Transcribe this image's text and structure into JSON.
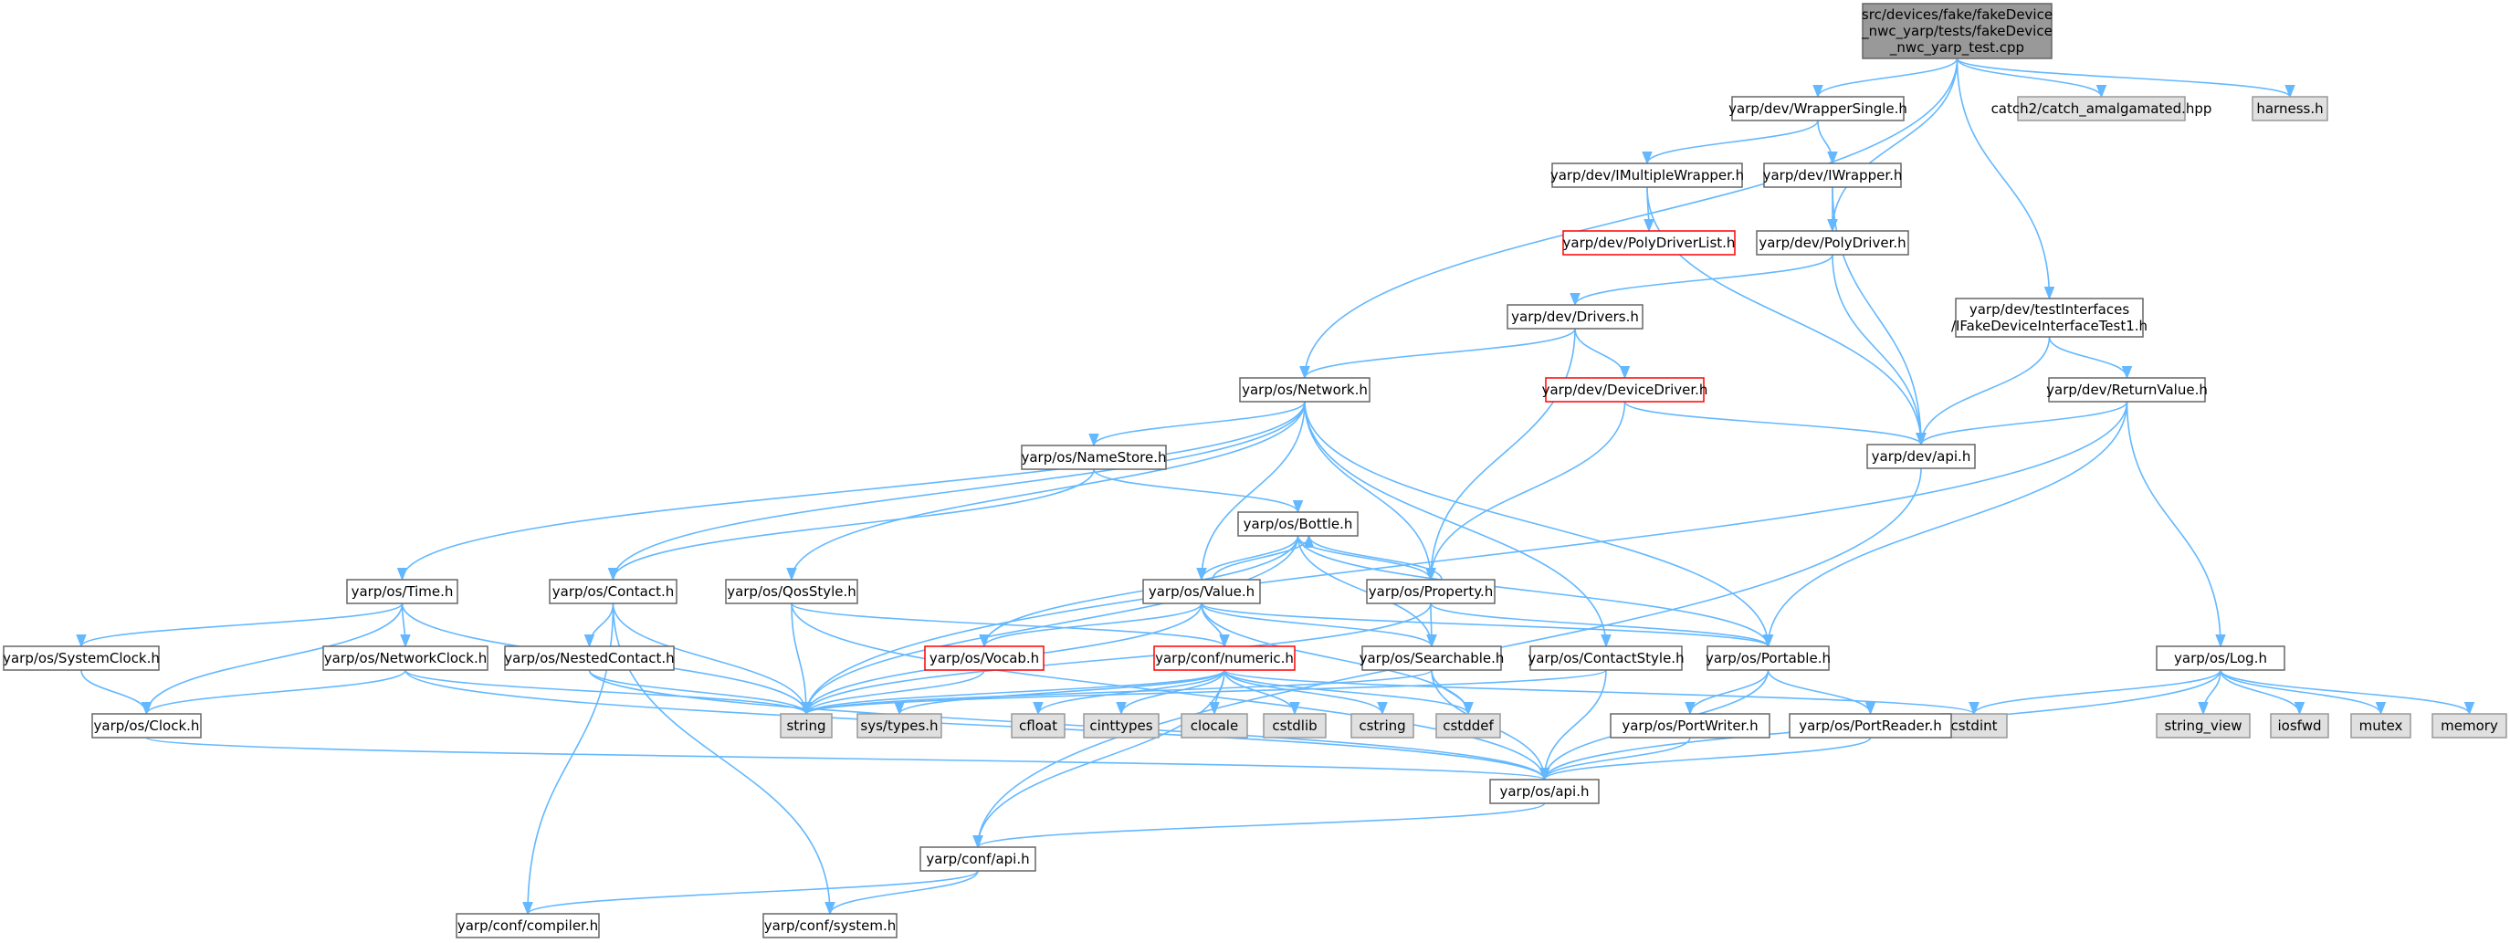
{
  "colors": {
    "edge": "#63b8ff",
    "root_fill": "#999999",
    "root_border": "#666666",
    "node_border": "#666666",
    "node_fill": "#ffffff",
    "external_fill": "#e0e0e0",
    "external_border": "#999999",
    "missing_border": "#ff0000"
  },
  "nodes": [
    {
      "id": "root",
      "lines": [
        "src/devices/fake/fakeDevice",
        "_nwc_yarp/tests/fakeDevice",
        "_nwc_yarp_test.cpp"
      ],
      "kind": "root"
    },
    {
      "id": "wrapper_single",
      "lines": [
        "yarp/dev/WrapperSingle.h"
      ],
      "kind": "normal"
    },
    {
      "id": "catch2",
      "lines": [
        "catch2/catch_amalgamated.hpp"
      ],
      "kind": "external"
    },
    {
      "id": "harness",
      "lines": [
        "harness.h"
      ],
      "kind": "external"
    },
    {
      "id": "imultiple_wrapper",
      "lines": [
        "yarp/dev/IMultipleWrapper.h"
      ],
      "kind": "normal"
    },
    {
      "id": "iwrapper",
      "lines": [
        "yarp/dev/IWrapper.h"
      ],
      "kind": "normal"
    },
    {
      "id": "polydriverlist",
      "lines": [
        "yarp/dev/PolyDriverList.h"
      ],
      "kind": "missing"
    },
    {
      "id": "polydriver",
      "lines": [
        "yarp/dev/PolyDriver.h"
      ],
      "kind": "normal"
    },
    {
      "id": "ifake",
      "lines": [
        "yarp/dev/testInterfaces",
        "/IFakeDeviceInterfaceTest1.h"
      ],
      "kind": "normal"
    },
    {
      "id": "drivers",
      "lines": [
        "yarp/dev/Drivers.h"
      ],
      "kind": "normal"
    },
    {
      "id": "network",
      "lines": [
        "yarp/os/Network.h"
      ],
      "kind": "normal"
    },
    {
      "id": "devicedriver",
      "lines": [
        "yarp/dev/DeviceDriver.h"
      ],
      "kind": "missing"
    },
    {
      "id": "returnvalue",
      "lines": [
        "yarp/dev/ReturnValue.h"
      ],
      "kind": "normal"
    },
    {
      "id": "devapi",
      "lines": [
        "yarp/dev/api.h"
      ],
      "kind": "normal"
    },
    {
      "id": "namestore",
      "lines": [
        "yarp/os/NameStore.h"
      ],
      "kind": "normal"
    },
    {
      "id": "bottle",
      "lines": [
        "yarp/os/Bottle.h"
      ],
      "kind": "normal"
    },
    {
      "id": "time",
      "lines": [
        "yarp/os/Time.h"
      ],
      "kind": "normal"
    },
    {
      "id": "contact",
      "lines": [
        "yarp/os/Contact.h"
      ],
      "kind": "normal"
    },
    {
      "id": "qosstyle",
      "lines": [
        "yarp/os/QosStyle.h"
      ],
      "kind": "normal"
    },
    {
      "id": "value",
      "lines": [
        "yarp/os/Value.h"
      ],
      "kind": "normal"
    },
    {
      "id": "property",
      "lines": [
        "yarp/os/Property.h"
      ],
      "kind": "normal"
    },
    {
      "id": "systemclock",
      "lines": [
        "yarp/os/SystemClock.h"
      ],
      "kind": "normal"
    },
    {
      "id": "networkclock",
      "lines": [
        "yarp/os/NetworkClock.h"
      ],
      "kind": "normal"
    },
    {
      "id": "nestedcontact",
      "lines": [
        "yarp/os/NestedContact.h"
      ],
      "kind": "normal"
    },
    {
      "id": "vocab",
      "lines": [
        "yarp/os/Vocab.h"
      ],
      "kind": "missing"
    },
    {
      "id": "numeric",
      "lines": [
        "yarp/conf/numeric.h"
      ],
      "kind": "missing"
    },
    {
      "id": "searchable",
      "lines": [
        "yarp/os/Searchable.h"
      ],
      "kind": "normal"
    },
    {
      "id": "contactstyle",
      "lines": [
        "yarp/os/ContactStyle.h"
      ],
      "kind": "normal"
    },
    {
      "id": "portable",
      "lines": [
        "yarp/os/Portable.h"
      ],
      "kind": "normal"
    },
    {
      "id": "log",
      "lines": [
        "yarp/os/Log.h"
      ],
      "kind": "normal"
    },
    {
      "id": "clock",
      "lines": [
        "yarp/os/Clock.h"
      ],
      "kind": "normal"
    },
    {
      "id": "string",
      "lines": [
        "string"
      ],
      "kind": "external"
    },
    {
      "id": "systypes",
      "lines": [
        "sys/types.h"
      ],
      "kind": "external"
    },
    {
      "id": "cfloat",
      "lines": [
        "cfloat"
      ],
      "kind": "external"
    },
    {
      "id": "cinttypes",
      "lines": [
        "cinttypes"
      ],
      "kind": "external"
    },
    {
      "id": "clocale",
      "lines": [
        "clocale"
      ],
      "kind": "external"
    },
    {
      "id": "cstdlib",
      "lines": [
        "cstdlib"
      ],
      "kind": "external"
    },
    {
      "id": "cstring",
      "lines": [
        "cstring"
      ],
      "kind": "external"
    },
    {
      "id": "cstddef",
      "lines": [
        "cstddef"
      ],
      "kind": "external"
    },
    {
      "id": "cstdint",
      "lines": [
        "cstdint"
      ],
      "kind": "external"
    },
    {
      "id": "portwriter",
      "lines": [
        "yarp/os/PortWriter.h"
      ],
      "kind": "normal"
    },
    {
      "id": "portreader",
      "lines": [
        "yarp/os/PortReader.h"
      ],
      "kind": "normal"
    },
    {
      "id": "string_view",
      "lines": [
        "string_view"
      ],
      "kind": "external"
    },
    {
      "id": "iosfwd",
      "lines": [
        "iosfwd"
      ],
      "kind": "external"
    },
    {
      "id": "mutex",
      "lines": [
        "mutex"
      ],
      "kind": "external"
    },
    {
      "id": "memory",
      "lines": [
        "memory"
      ],
      "kind": "external"
    },
    {
      "id": "osapi",
      "lines": [
        "yarp/os/api.h"
      ],
      "kind": "normal"
    },
    {
      "id": "confapi",
      "lines": [
        "yarp/conf/api.h"
      ],
      "kind": "normal"
    },
    {
      "id": "compiler",
      "lines": [
        "yarp/conf/compiler.h"
      ],
      "kind": "normal"
    },
    {
      "id": "system",
      "lines": [
        "yarp/conf/system.h"
      ],
      "kind": "normal"
    }
  ],
  "edges": [
    [
      "root",
      "wrapper_single"
    ],
    [
      "root",
      "catch2"
    ],
    [
      "root",
      "harness"
    ],
    [
      "root",
      "network"
    ],
    [
      "root",
      "polydriver"
    ],
    [
      "root",
      "ifake"
    ],
    [
      "wrapper_single",
      "imultiple_wrapper"
    ],
    [
      "wrapper_single",
      "iwrapper"
    ],
    [
      "imultiple_wrapper",
      "polydriverlist"
    ],
    [
      "imultiple_wrapper",
      "devapi"
    ],
    [
      "iwrapper",
      "polydriver"
    ],
    [
      "iwrapper",
      "devapi"
    ],
    [
      "polydriver",
      "drivers"
    ],
    [
      "polydriver",
      "devapi"
    ],
    [
      "ifake",
      "returnvalue"
    ],
    [
      "ifake",
      "devapi"
    ],
    [
      "drivers",
      "network"
    ],
    [
      "drivers",
      "devicedriver"
    ],
    [
      "drivers",
      "property"
    ],
    [
      "devicedriver",
      "devapi"
    ],
    [
      "devicedriver",
      "property"
    ],
    [
      "returnvalue",
      "devapi"
    ],
    [
      "returnvalue",
      "log"
    ],
    [
      "returnvalue",
      "portable"
    ],
    [
      "returnvalue",
      "string"
    ],
    [
      "devapi",
      "confapi"
    ],
    [
      "network",
      "namestore"
    ],
    [
      "network",
      "time"
    ],
    [
      "network",
      "contact"
    ],
    [
      "network",
      "qosstyle"
    ],
    [
      "network",
      "value"
    ],
    [
      "network",
      "property"
    ],
    [
      "network",
      "contactstyle"
    ],
    [
      "network",
      "portable"
    ],
    [
      "namestore",
      "contact"
    ],
    [
      "namestore",
      "bottle"
    ],
    [
      "bottle",
      "value"
    ],
    [
      "bottle",
      "property"
    ],
    [
      "bottle",
      "vocab"
    ],
    [
      "bottle",
      "string"
    ],
    [
      "bottle",
      "searchable"
    ],
    [
      "bottle",
      "portable"
    ],
    [
      "value",
      "bottle"
    ],
    [
      "value",
      "vocab"
    ],
    [
      "value",
      "numeric"
    ],
    [
      "value",
      "searchable"
    ],
    [
      "value",
      "portable"
    ],
    [
      "value",
      "string"
    ],
    [
      "value",
      "cstddef"
    ],
    [
      "property",
      "bottle"
    ],
    [
      "property",
      "searchable"
    ],
    [
      "property",
      "portable"
    ],
    [
      "property",
      "string"
    ],
    [
      "time",
      "systemclock"
    ],
    [
      "time",
      "networkclock"
    ],
    [
      "time",
      "clock"
    ],
    [
      "time",
      "string"
    ],
    [
      "contact",
      "nestedcontact"
    ],
    [
      "contact",
      "string"
    ],
    [
      "contact",
      "compiler"
    ],
    [
      "contact",
      "system"
    ],
    [
      "qosstyle",
      "numeric"
    ],
    [
      "qosstyle",
      "string"
    ],
    [
      "qosstyle",
      "osapi"
    ],
    [
      "systemclock",
      "clock"
    ],
    [
      "networkclock",
      "clock"
    ],
    [
      "networkclock",
      "string"
    ],
    [
      "networkclock",
      "osapi"
    ],
    [
      "nestedcontact",
      "string"
    ],
    [
      "nestedcontact",
      "osapi"
    ],
    [
      "vocab",
      "string"
    ],
    [
      "numeric",
      "systypes"
    ],
    [
      "numeric",
      "cfloat"
    ],
    [
      "numeric",
      "cinttypes"
    ],
    [
      "numeric",
      "clocale"
    ],
    [
      "numeric",
      "cstdlib"
    ],
    [
      "numeric",
      "cstring"
    ],
    [
      "numeric",
      "cstddef"
    ],
    [
      "numeric",
      "cstdint"
    ],
    [
      "numeric",
      "confapi"
    ],
    [
      "numeric",
      "string"
    ],
    [
      "searchable",
      "string"
    ],
    [
      "searchable",
      "cstddef"
    ],
    [
      "searchable",
      "osapi"
    ],
    [
      "contactstyle",
      "string"
    ],
    [
      "contactstyle",
      "osapi"
    ],
    [
      "portable",
      "portwriter"
    ],
    [
      "portable",
      "portreader"
    ],
    [
      "portable",
      "osapi"
    ],
    [
      "portwriter",
      "osapi"
    ],
    [
      "portreader",
      "osapi"
    ],
    [
      "log",
      "string_view"
    ],
    [
      "log",
      "iosfwd"
    ],
    [
      "log",
      "mutex"
    ],
    [
      "log",
      "memory"
    ],
    [
      "log",
      "cstdint"
    ],
    [
      "log",
      "osapi"
    ],
    [
      "clock",
      "osapi"
    ],
    [
      "osapi",
      "confapi"
    ],
    [
      "confapi",
      "compiler"
    ],
    [
      "confapi",
      "system"
    ]
  ]
}
